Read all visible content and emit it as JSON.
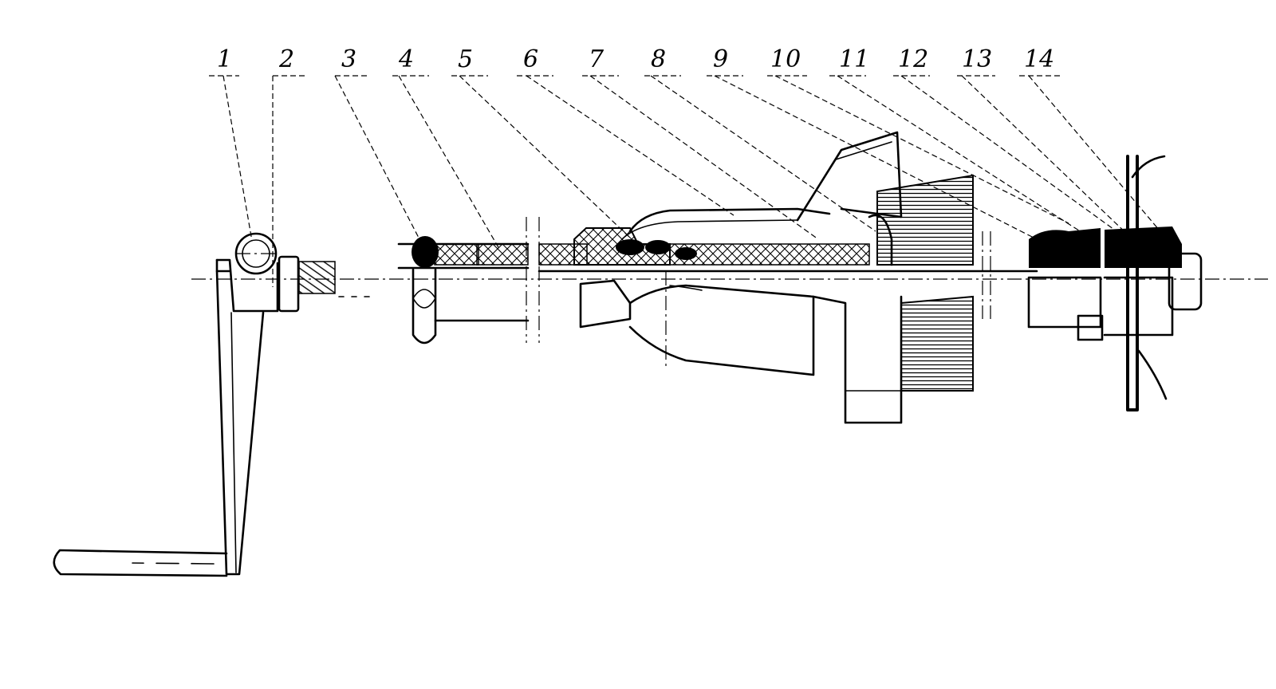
{
  "callouts": [
    {
      "id": "1",
      "label": "1"
    },
    {
      "id": "2",
      "label": "2"
    },
    {
      "id": "3",
      "label": "3"
    },
    {
      "id": "4",
      "label": "4"
    },
    {
      "id": "5",
      "label": "5"
    },
    {
      "id": "6",
      "label": "6"
    },
    {
      "id": "7",
      "label": "7"
    },
    {
      "id": "8",
      "label": "8"
    },
    {
      "id": "9",
      "label": "9"
    },
    {
      "id": "10",
      "label": "10"
    },
    {
      "id": "11",
      "label": "11"
    },
    {
      "id": "12",
      "label": "12"
    },
    {
      "id": "13",
      "label": "13"
    },
    {
      "id": "14",
      "label": "14"
    }
  ],
  "colors": {
    "ink": "#000000",
    "paper": "#ffffff"
  }
}
